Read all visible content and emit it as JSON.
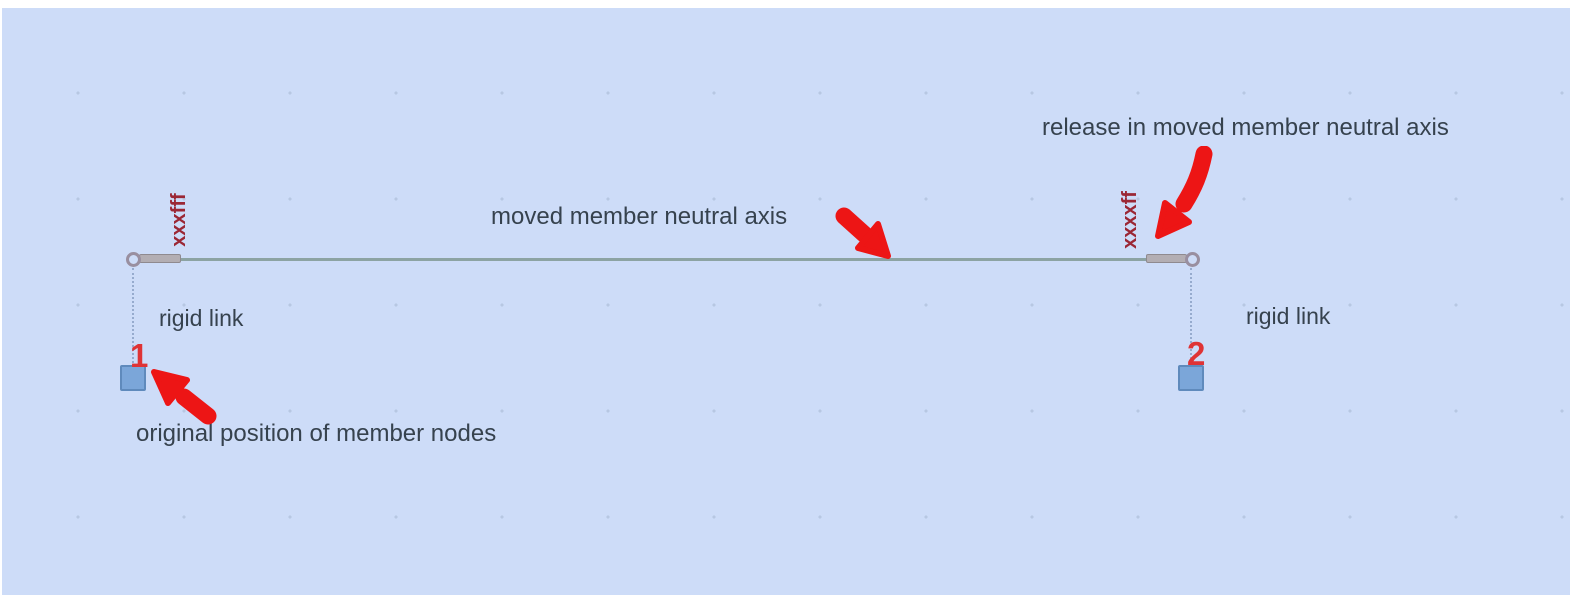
{
  "diagram": {
    "member": {
      "axis_label": "moved member neutral axis",
      "release_label": "release in moved member neutral axis",
      "start_release_code": "xxxfff",
      "end_release_code": "xxxxff"
    },
    "rigid_link_label_left": "rigid link",
    "rigid_link_label_right": "rigid link",
    "nodes_label": "original position of member nodes",
    "nodes": [
      {
        "id": "1"
      },
      {
        "id": "2"
      }
    ]
  },
  "icons": {
    "center_arrow": "thick-red-arrow-down-right",
    "release_arrow": "thick-red-arrow-down-left",
    "node_arrow": "thick-red-arrow-up-left"
  },
  "colors": {
    "canvas_bg": "#cddcf8",
    "grid_dot": "#b7c7e2",
    "member_line": "#8ca3a3",
    "rigid_bar": "#b3aeb3",
    "rigid_bar_edge": "#8f8a8f",
    "end_circle": "#998fa0",
    "drop_link": "#96abce",
    "node_fill": "#7ba6d9",
    "node_border": "#5f8abc",
    "node_number": "#df3335",
    "release_code": "#9b2735",
    "annotation_text": "#36424e",
    "arrow": "#ed1515"
  }
}
